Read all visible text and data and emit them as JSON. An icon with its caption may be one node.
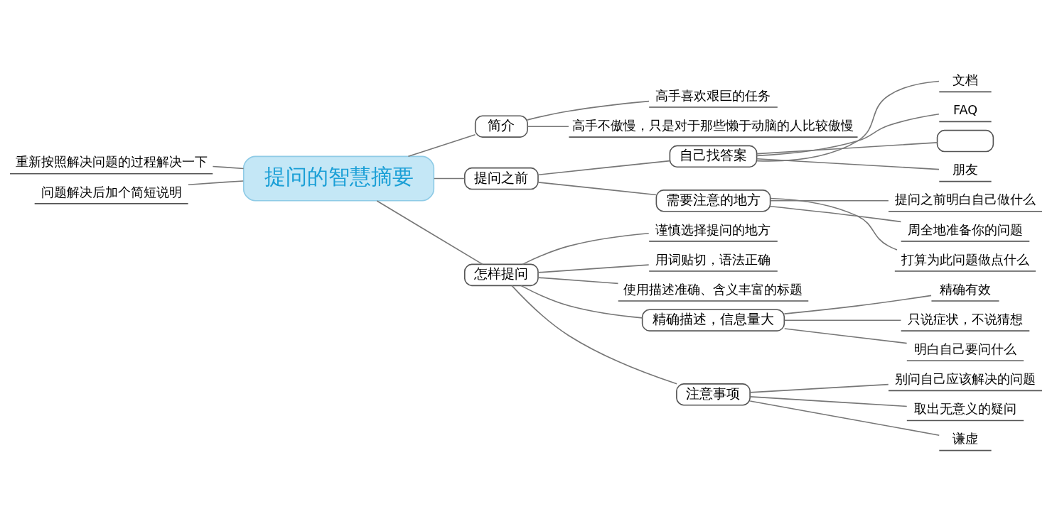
{
  "diagram": {
    "nodes": [
      {
        "text": [
          "提问的智慧摘要"
        ]
      },
      {
        "text": [
          "简介"
        ]
      },
      {
        "text": [
          "高手喜欢艰巨的任务"
        ]
      },
      {
        "text": [
          "高手不傲慢，只是对于那些懒于动脑的人比较傲慢"
        ]
      },
      {
        "text": [
          "提问之前"
        ]
      },
      {
        "text": [
          "自己找答案"
        ]
      },
      {
        "text": [
          "文档"
        ]
      },
      {
        "text": [
          "FAQ"
        ]
      },
      {
        "text": [],
        "shape": "box"
      },
      {
        "text": [
          "朋友"
        ]
      },
      {
        "text": [
          "需要注意的地方"
        ]
      },
      {
        "text": [
          "提问之前明白自己做什么"
        ]
      },
      {
        "text": [
          "周全地准备你的问题"
        ]
      },
      {
        "text": [
          "打算为此问题做点什么"
        ]
      },
      {
        "text": [
          "怎样提问"
        ]
      },
      {
        "text": [
          "谨慎选择提问的地方"
        ]
      },
      {
        "text": [
          "用词贴切，语法正确"
        ]
      },
      {
        "text": [
          "使用描述准确、含义丰富的标题"
        ]
      },
      {
        "text": [
          "精确描述，信息量大"
        ]
      },
      {
        "text": [
          "精确有效"
        ]
      },
      {
        "text": [
          "只说症状，不说猜想"
        ]
      },
      {
        "text": [
          "明白自己要问什么"
        ]
      },
      {
        "text": [
          "注意事项"
        ]
      },
      {
        "text": [
          "别问自己应该解决的问题"
        ]
      },
      {
        "text": [
          "取出无意义的疑问"
        ]
      },
      {
        "text": [
          "谦虚"
        ]
      },
      {
        "text": [
          "重新按照解决问题的过程解决一下"
        ]
      },
      {
        "text": [
          "问题解决后加个简短说明"
        ]
      }
    ],
    "edges": [
      {
        "from": 0,
        "to": 1,
        "arrow": "none"
      },
      {
        "from": 1,
        "to": 2,
        "arrow": "none"
      },
      {
        "from": 1,
        "to": 3,
        "arrow": "none"
      },
      {
        "from": 0,
        "to": 4,
        "arrow": "none"
      },
      {
        "from": 4,
        "to": 5,
        "arrow": "none"
      },
      {
        "from": 5,
        "to": 6,
        "arrow": "none"
      },
      {
        "from": 5,
        "to": 7,
        "arrow": "none"
      },
      {
        "from": 5,
        "to": 8,
        "arrow": "none"
      },
      {
        "from": 5,
        "to": 9,
        "arrow": "none"
      },
      {
        "from": 4,
        "to": 10,
        "arrow": "none"
      },
      {
        "from": 10,
        "to": 11,
        "arrow": "none"
      },
      {
        "from": 10,
        "to": 12,
        "arrow": "none"
      },
      {
        "from": 10,
        "to": 13,
        "arrow": "none"
      },
      {
        "from": 0,
        "to": 14,
        "arrow": "none"
      },
      {
        "from": 14,
        "to": 15,
        "arrow": "none"
      },
      {
        "from": 14,
        "to": 16,
        "arrow": "none"
      },
      {
        "from": 14,
        "to": 17,
        "arrow": "none"
      },
      {
        "from": 14,
        "to": 18,
        "arrow": "none"
      },
      {
        "from": 18,
        "to": 19,
        "arrow": "none"
      },
      {
        "from": 18,
        "to": 20,
        "arrow": "none"
      },
      {
        "from": 18,
        "to": 21,
        "arrow": "none"
      },
      {
        "from": 14,
        "to": 22,
        "arrow": "none"
      },
      {
        "from": 22,
        "to": 23,
        "arrow": "none"
      },
      {
        "from": 22,
        "to": 24,
        "arrow": "none"
      },
      {
        "from": 22,
        "to": 25,
        "arrow": "none"
      },
      {
        "from": 0,
        "to": 26,
        "arrow": "none"
      },
      {
        "from": 0,
        "to": 27,
        "arrow": "none"
      }
    ]
  }
}
